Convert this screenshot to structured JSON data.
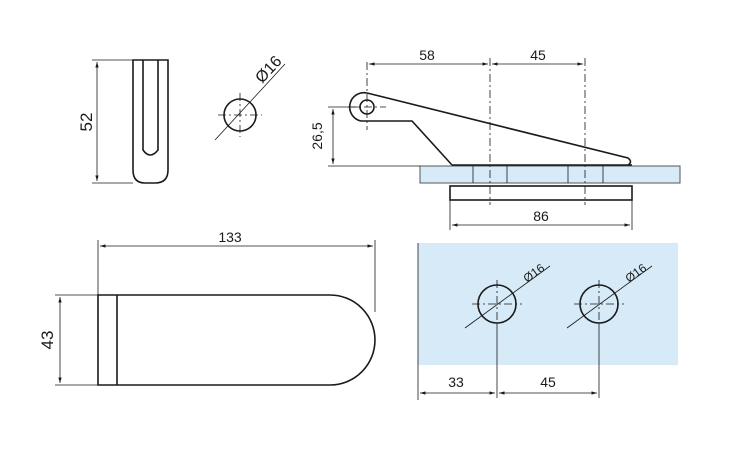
{
  "dimensions": {
    "side_height": "52",
    "tube_diameter": "Ø16",
    "hinge_offset": "58",
    "hole_spacing_top": "45",
    "hinge_height": "26,5",
    "plate_width": "86",
    "length": "133",
    "width": "43",
    "hole1_diameter": "Ø16",
    "hole2_diameter": "Ø16",
    "edge_offset": "33",
    "hole_spacing_bottom": "45"
  },
  "colors": {
    "glass": "#d6eaf8",
    "line": "#1a1a1a"
  }
}
